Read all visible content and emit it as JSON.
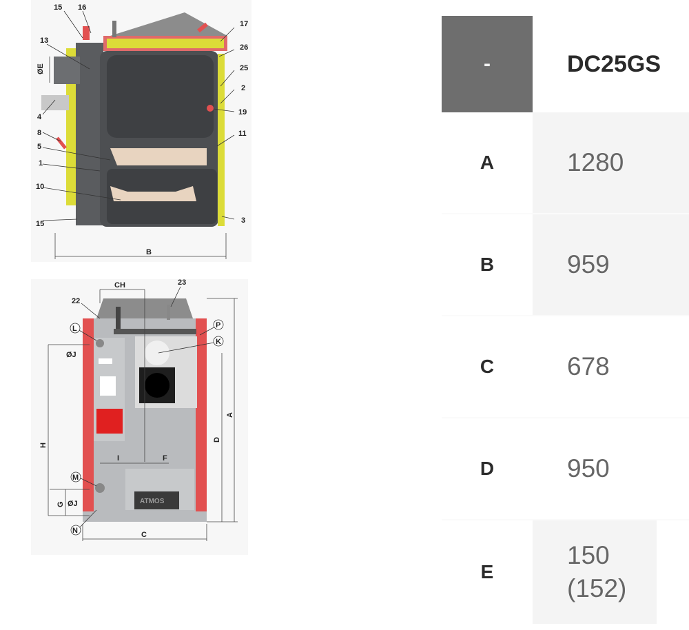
{
  "diagram": {
    "section_callouts": [
      "15",
      "16",
      "17",
      "13",
      "26",
      "25",
      "2",
      "19",
      "4",
      "8",
      "11",
      "5",
      "1",
      "10",
      "15",
      "3"
    ],
    "section_dims": {
      "e": "ØE",
      "b": "B"
    },
    "front_callouts": {
      "ch": "CH",
      "n23": "23",
      "n22": "22",
      "l": "L",
      "p": "P",
      "k": "K",
      "m": "M",
      "n": "N"
    },
    "front_dims": {
      "j1": "ØJ",
      "j2": "ØJ",
      "h": "H",
      "a": "A",
      "d": "D",
      "i": "I",
      "f": "F",
      "g": "G",
      "c": "C"
    },
    "brand_plate": "ATMOS",
    "colors": {
      "body": "#4d4f52",
      "jacket": "#dcdc38",
      "panel": "#b9bbbe",
      "red": "#e25050",
      "door": "#c7c9cb"
    }
  },
  "table": {
    "header": {
      "key": "-",
      "value": "DC25GS"
    },
    "rows": [
      {
        "key": "A",
        "value": "1280"
      },
      {
        "key": "B",
        "value": "959"
      },
      {
        "key": "C",
        "value": "678"
      },
      {
        "key": "D",
        "value": "950"
      },
      {
        "key": "E",
        "value": "150 (152)"
      }
    ]
  }
}
